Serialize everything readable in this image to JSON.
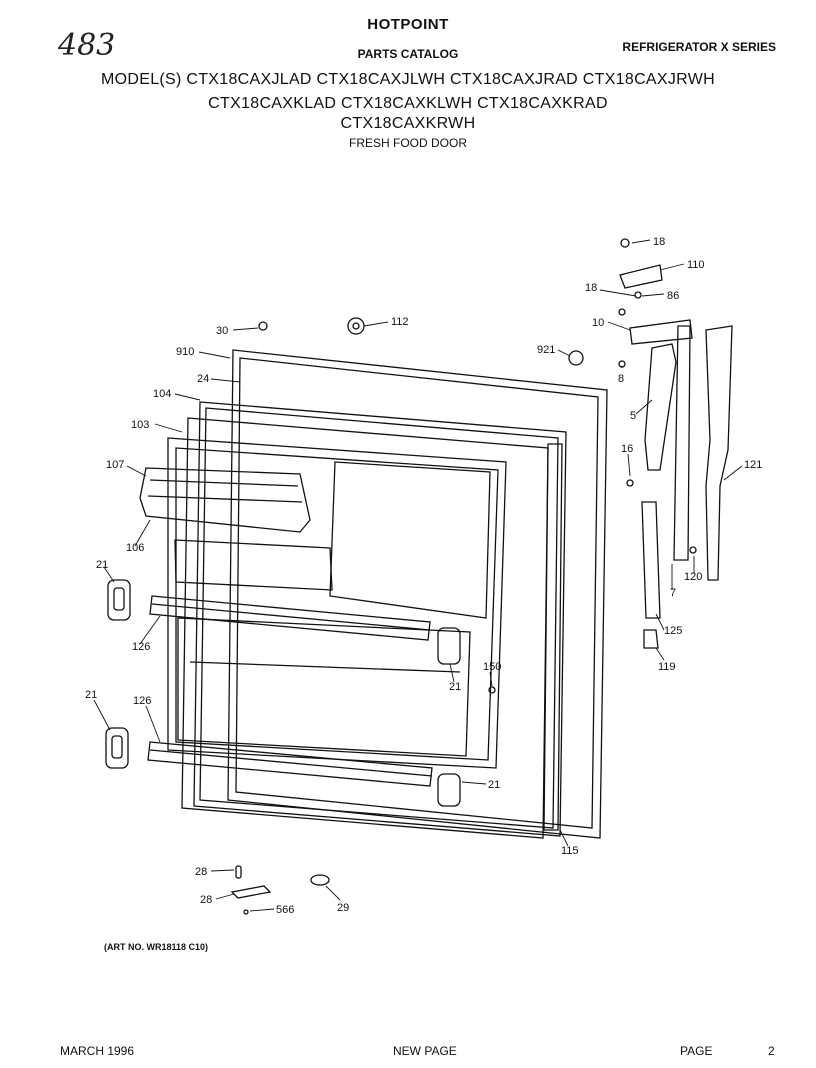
{
  "header": {
    "brand": "HOTPOINT",
    "handwritten_number": "483",
    "catalog": "PARTS CATALOG",
    "series": "REFRIGERATOR X SERIES",
    "model_lines": [
      "MODEL(S) CTX18CAXJLAD  CTX18CAXJLWH  CTX18CAXJRAD  CTX18CAXJRWH",
      "CTX18CAXKLAD  CTX18CAXKLWH  CTX18CAXKRAD",
      "CTX18CAXKRWH"
    ],
    "section": "FRESH FOOD DOOR"
  },
  "diagram": {
    "art_number": "(ART NO. WR18118 C10)",
    "callouts": [
      {
        "id": "c18a",
        "text": "18"
      },
      {
        "id": "c110",
        "text": "110"
      },
      {
        "id": "c18b",
        "text": "18"
      },
      {
        "id": "c86",
        "text": "86"
      },
      {
        "id": "c30",
        "text": "30"
      },
      {
        "id": "c112",
        "text": "112"
      },
      {
        "id": "c10",
        "text": "10"
      },
      {
        "id": "c910",
        "text": "910"
      },
      {
        "id": "c921",
        "text": "921"
      },
      {
        "id": "c8",
        "text": "8"
      },
      {
        "id": "c24",
        "text": "24"
      },
      {
        "id": "c104",
        "text": "104"
      },
      {
        "id": "c5",
        "text": "5"
      },
      {
        "id": "c103",
        "text": "103"
      },
      {
        "id": "c16",
        "text": "16"
      },
      {
        "id": "c121",
        "text": "121"
      },
      {
        "id": "c107",
        "text": "107"
      },
      {
        "id": "c106",
        "text": "106"
      },
      {
        "id": "c21a",
        "text": "21"
      },
      {
        "id": "c120",
        "text": "120"
      },
      {
        "id": "c7",
        "text": "7"
      },
      {
        "id": "c126a",
        "text": "126"
      },
      {
        "id": "c125",
        "text": "125"
      },
      {
        "id": "c119",
        "text": "119"
      },
      {
        "id": "c150",
        "text": "150"
      },
      {
        "id": "c21b",
        "text": "21"
      },
      {
        "id": "c21c",
        "text": "21"
      },
      {
        "id": "c126b",
        "text": "126"
      },
      {
        "id": "c21d",
        "text": "21"
      },
      {
        "id": "c115",
        "text": "115"
      },
      {
        "id": "c28a",
        "text": "28"
      },
      {
        "id": "c28b",
        "text": "28"
      },
      {
        "id": "c566",
        "text": "566"
      },
      {
        "id": "c29",
        "text": "29"
      }
    ]
  },
  "footer": {
    "date": "MARCH 1996",
    "status": "NEW PAGE",
    "page_label": "PAGE",
    "page_number": "2"
  }
}
